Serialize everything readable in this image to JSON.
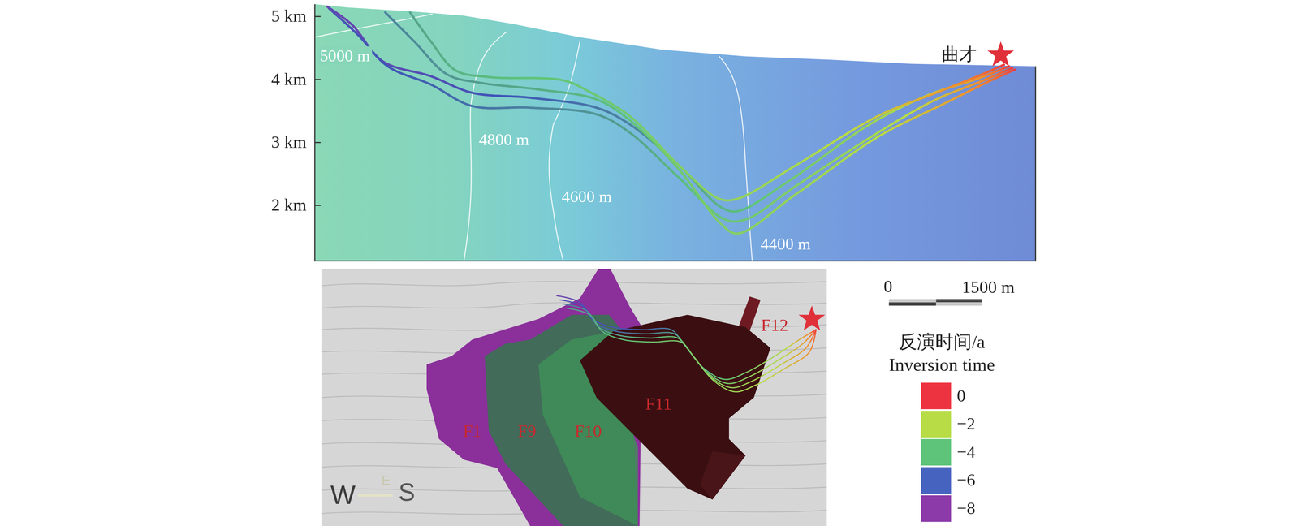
{
  "diagram": {
    "labels": [
      "5 km",
      "4 km",
      "3 km",
      "2 km",
      "5000 m",
      "4800 m",
      "4600 m",
      "4400 m",
      "曲才",
      "F12",
      "F1",
      "F9",
      "F10",
      "F11",
      "W",
      "E",
      "S",
      "0",
      "1500 m",
      "反演时间/a",
      "Inversion time"
    ],
    "legend": [
      {
        "text": "0",
        "color": "#ee3340"
      },
      {
        "text": "−2",
        "color": "#b7dc46"
      },
      {
        "text": "−4",
        "color": "#5ec47a"
      },
      {
        "text": "−6",
        "color": "#4763c0"
      },
      {
        "text": "−8",
        "color": "#8c3aa9"
      }
    ]
  }
}
